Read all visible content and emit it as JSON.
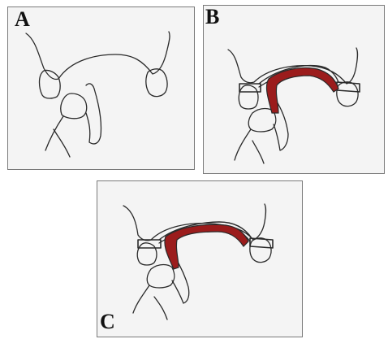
{
  "panels": [
    {
      "label": "A"
    },
    {
      "label": "B"
    },
    {
      "label": "C"
    }
  ],
  "colors": {
    "outline": "#2a2a2a",
    "appliance_bar": "#9b1c1c",
    "panel_bg": "#f4f4f4",
    "panel_border": "#7a7a7a"
  }
}
